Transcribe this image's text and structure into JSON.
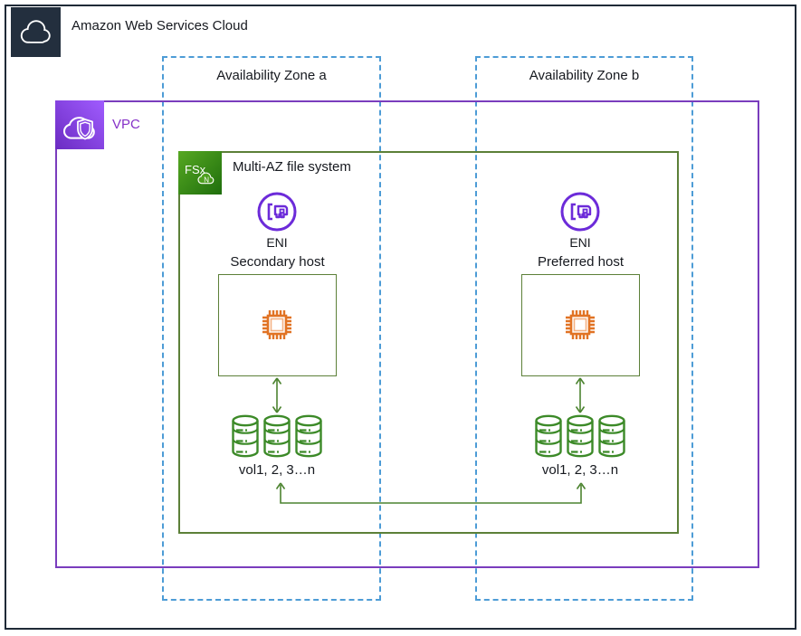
{
  "header": {
    "title": "Amazon Web Services Cloud"
  },
  "availability_zones": [
    {
      "label": "Availability Zone a"
    },
    {
      "label": "Availability Zone b"
    }
  ],
  "vpc": {
    "label": "VPC"
  },
  "file_system": {
    "label": "Multi-AZ file system",
    "fsx_text": "FSx",
    "fsx_cloud_letter": "N"
  },
  "hosts": [
    {
      "eni_label": "ENI",
      "name": "Secondary host",
      "volumes_label": "vol1, 2, 3…n"
    },
    {
      "eni_label": "ENI",
      "name": "Preferred host",
      "volumes_label": "vol1, 2, 3…n"
    }
  ],
  "icons": {
    "aws_cloud": "cloud",
    "vpc": "cloud-with-shield",
    "fsx": "fsx-netapp-ontap",
    "eni": "network-interface-card",
    "host": "cpu-chip",
    "volumes": "database-cylinder-stack"
  },
  "colors": {
    "aws_dark": "#232F3E",
    "az_dash_blue": "#4D9CD6",
    "vpc_purple": "#7A3DBD",
    "box_green": "#5C8038",
    "item_green": "#3C8A28",
    "arrow_green": "#4C8430",
    "cpu_orange": "#E17324",
    "eni_purple": "#6C2BD9",
    "frame_dark": "#1F2A37"
  }
}
